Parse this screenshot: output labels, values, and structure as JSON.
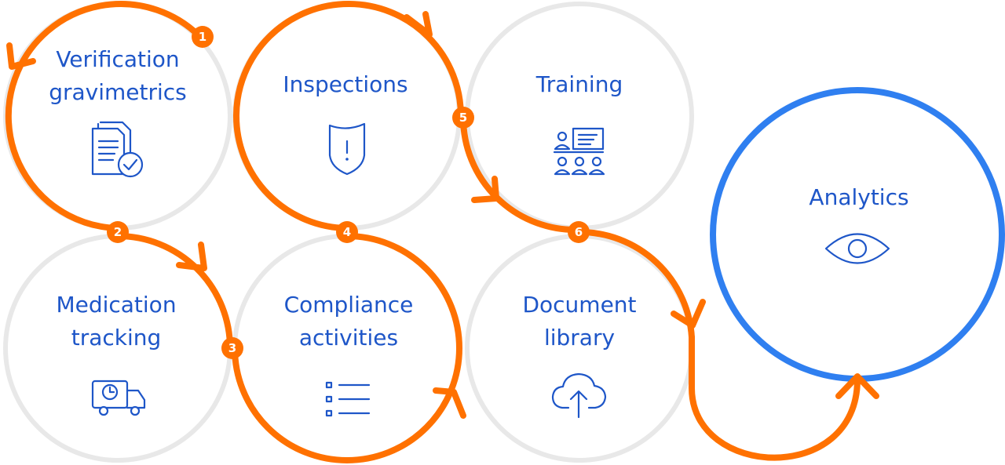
{
  "diagram": {
    "colors": {
      "path": "#ff7100",
      "ring": "#e8e8e8",
      "text": "#1e56c8",
      "highlight": "#2f7ff0"
    },
    "nodes": {
      "verification": {
        "line1": "Verification",
        "line2": "gravimetrics",
        "icon": "document-check-icon"
      },
      "inspections": {
        "line1": "Inspections",
        "icon": "shield-alert-icon"
      },
      "training": {
        "line1": "Training",
        "icon": "classroom-icon"
      },
      "medication": {
        "line1": "Medication",
        "line2": "tracking",
        "icon": "delivery-truck-clock-icon"
      },
      "compliance": {
        "line1": "Compliance",
        "line2": "activities",
        "icon": "checklist-icon"
      },
      "document": {
        "line1": "Document",
        "line2": "library",
        "icon": "cloud-upload-icon"
      },
      "analytics": {
        "line1": "Analytics",
        "icon": "eye-icon"
      }
    },
    "steps": [
      "1",
      "2",
      "3",
      "4",
      "5",
      "6"
    ]
  }
}
